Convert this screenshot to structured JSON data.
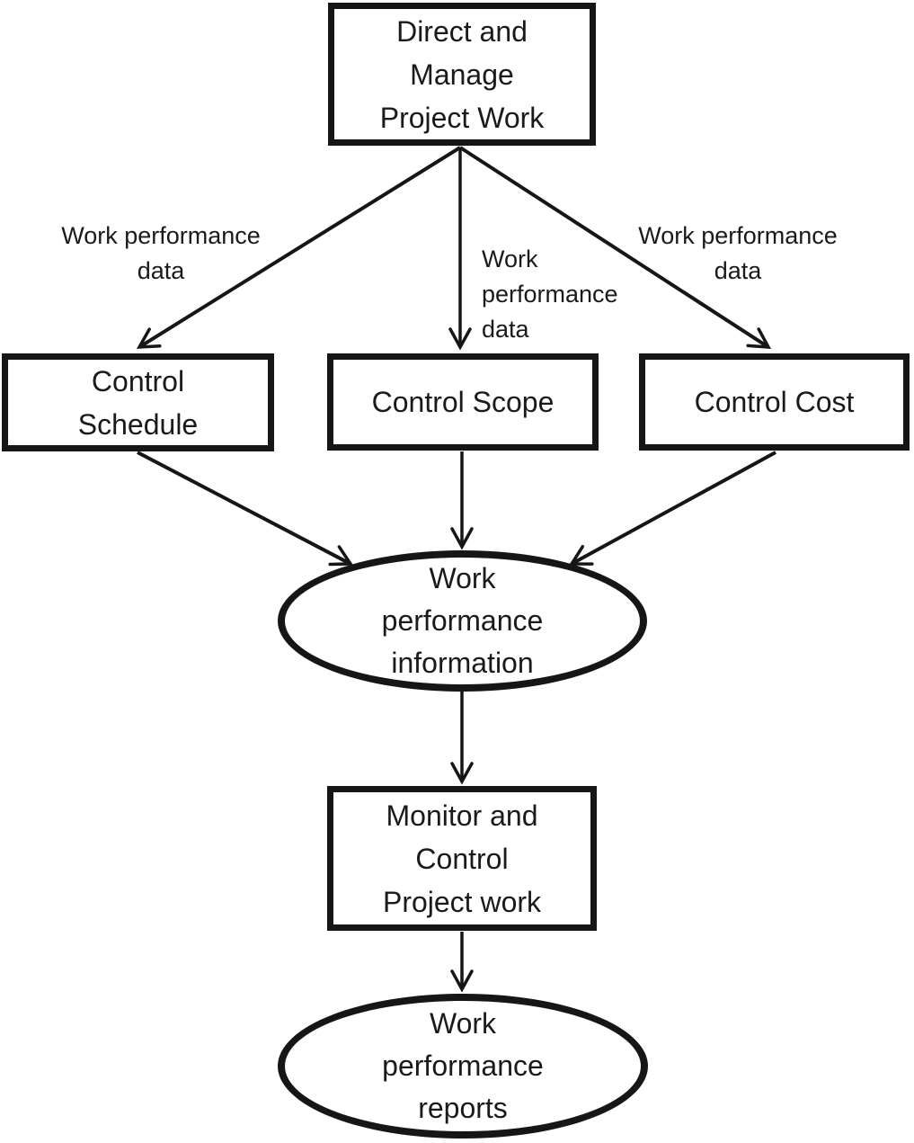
{
  "diagram": {
    "colors": {
      "stroke": "#161616",
      "text": "#1a1a1a",
      "background": "#ffffff"
    },
    "nodes": {
      "direct_manage": {
        "shape": "rect",
        "label": "Direct and\nManage\nProject Work"
      },
      "control_schedule": {
        "shape": "rect",
        "label": "Control\nSchedule"
      },
      "control_scope": {
        "shape": "rect",
        "label": "Control Scope"
      },
      "control_cost": {
        "shape": "rect",
        "label": "Control Cost"
      },
      "work_perf_info": {
        "shape": "ellipse",
        "label": "Work\nperformance\ninformation"
      },
      "monitor_control": {
        "shape": "rect",
        "label": "Monitor and\nControl\nProject work"
      },
      "work_perf_reports": {
        "shape": "ellipse",
        "label": "Work\nperformance\nreports"
      }
    },
    "edge_labels": {
      "left": "Work performance\ndata",
      "middle": "Work\nperformance\ndata",
      "right": "Work performance\ndata"
    },
    "edges": [
      {
        "from": "direct_manage",
        "to": "control_schedule",
        "label": "Work performance data"
      },
      {
        "from": "direct_manage",
        "to": "control_scope",
        "label": "Work performance data"
      },
      {
        "from": "direct_manage",
        "to": "control_cost",
        "label": "Work performance data"
      },
      {
        "from": "control_schedule",
        "to": "work_perf_info",
        "label": ""
      },
      {
        "from": "control_scope",
        "to": "work_perf_info",
        "label": ""
      },
      {
        "from": "control_cost",
        "to": "work_perf_info",
        "label": ""
      },
      {
        "from": "work_perf_info",
        "to": "monitor_control",
        "label": ""
      },
      {
        "from": "monitor_control",
        "to": "work_perf_reports",
        "label": ""
      }
    ]
  }
}
